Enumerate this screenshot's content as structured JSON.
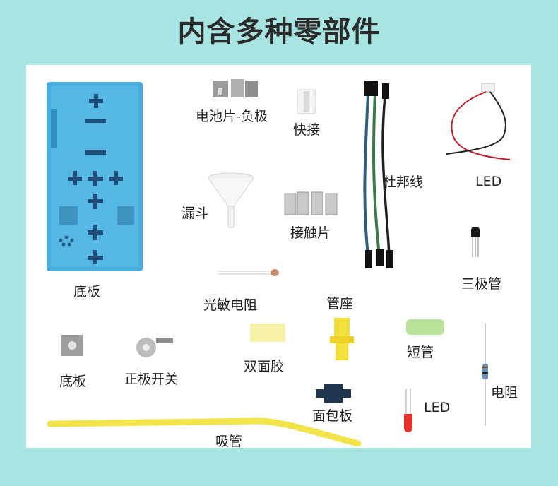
{
  "title": "内含多种零部件",
  "labels": {
    "base_board": "底板",
    "battery_negative": "电池片-负极",
    "quick_connect": "快接",
    "jumper_wire": "杜邦线",
    "led_cable": "LED",
    "funnel": "漏斗",
    "contact_strip": "接触片",
    "transistor": "三极管",
    "photoresistor": "光敏电阻",
    "tube_socket": "管座",
    "base_board_small": "底板",
    "positive_switch": "正极开关",
    "double_tape": "双面胶",
    "short_tube": "短管",
    "resistor": "电阻",
    "breadboard": "面包板",
    "led_small": "LED",
    "straw": "吸管"
  },
  "colors": {
    "background": "#a8e4e2",
    "panel": "#ffffff",
    "base_blue": "#47aede",
    "yellow": "#f2e44a"
  }
}
